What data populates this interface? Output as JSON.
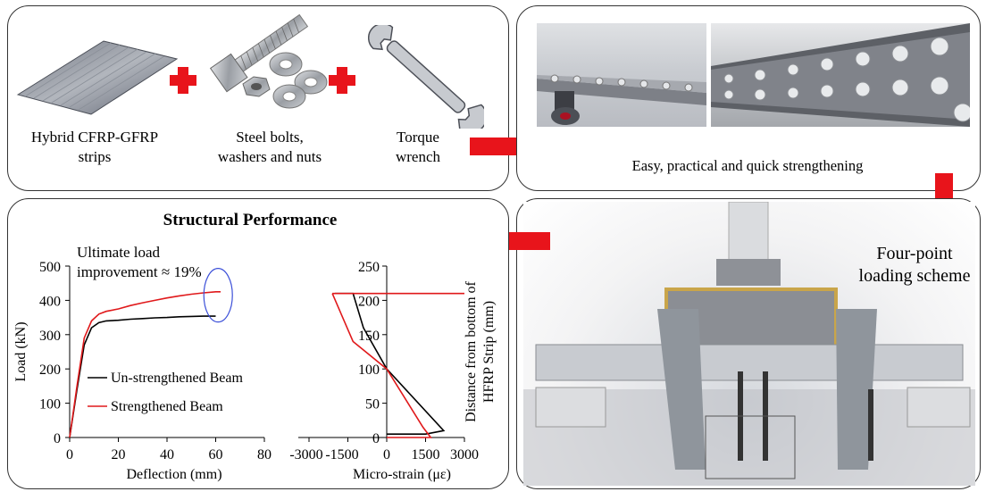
{
  "materials": {
    "strips_label_line1": "Hybrid CFRP-GFRP",
    "strips_label_line2": "strips",
    "bolts_label_line1": "Steel bolts,",
    "bolts_label_line2": "washers and nuts",
    "wrench_label_line1": "Torque",
    "wrench_label_line2": "wrench"
  },
  "strengthening": {
    "caption": "Easy, practical and quick strengthening"
  },
  "loading": {
    "label_line1": "Four-point",
    "label_line2": "loading scheme"
  },
  "performance": {
    "title": "Structural Performance",
    "annotation_line1": "Ultimate load",
    "annotation_line2": "improvement ≈ 19%"
  },
  "colors": {
    "arrow": "#e8141b",
    "plus": "#e8141b",
    "strengthened": "#e0191b",
    "unstrengthened": "#000000",
    "highlight_circle": "#3b4fd8"
  },
  "chart_data": [
    {
      "type": "line",
      "xlabel": "Deflection (mm)",
      "ylabel": "Load (kN)",
      "xlim": [
        0,
        80
      ],
      "ylim": [
        0,
        500
      ],
      "xticks": [
        "0",
        "20",
        "40",
        "60",
        "80"
      ],
      "yticks": [
        "0",
        "100",
        "200",
        "300",
        "400",
        "500"
      ],
      "legend_position": "bottom-center",
      "series": [
        {
          "name": "Un-strengthened Beam",
          "color": "#000000",
          "x": [
            0,
            3,
            6,
            9,
            12,
            15,
            20,
            25,
            30,
            35,
            40,
            45,
            50,
            55,
            60
          ],
          "y": [
            0,
            140,
            270,
            320,
            335,
            340,
            342,
            345,
            347,
            349,
            350,
            352,
            353,
            354,
            354
          ]
        },
        {
          "name": "Strengthened Beam",
          "color": "#e0191b",
          "x": [
            0,
            3,
            6,
            9,
            12,
            15,
            20,
            25,
            30,
            35,
            40,
            45,
            50,
            55,
            60,
            62
          ],
          "y": [
            0,
            150,
            290,
            340,
            360,
            368,
            375,
            385,
            393,
            400,
            407,
            413,
            418,
            422,
            425,
            425
          ]
        }
      ]
    },
    {
      "type": "line",
      "xlabel": "Micro-strain (με)",
      "ylabel": "Distance from bottom of HFRP Strip (mm)",
      "xlim": [
        -3000,
        3000
      ],
      "ylim": [
        0,
        250
      ],
      "xticks": [
        "-3000",
        "-1500",
        "0",
        "1500",
        "3000"
      ],
      "yticks": [
        "0",
        "50",
        "100",
        "150",
        "200",
        "250"
      ],
      "series": [
        {
          "color": "#000000",
          "x": [
            -2000,
            -1300,
            -900,
            0,
            2200,
            1500,
            0
          ],
          "y": [
            210,
            210,
            160,
            100,
            10,
            5,
            5
          ]
        },
        {
          "color": "#e0191b",
          "x": [
            -2100,
            3000,
            3000
          ],
          "y": [
            210,
            210,
            210
          ]
        },
        {
          "color": "#e0191b",
          "x": [
            -2100,
            -1300,
            0,
            1400,
            1700,
            0
          ],
          "y": [
            210,
            140,
            100,
            15,
            0,
            0
          ]
        }
      ]
    }
  ]
}
